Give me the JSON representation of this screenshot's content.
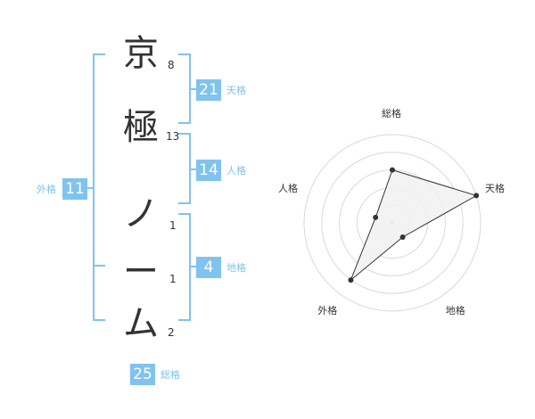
{
  "name": {
    "chars": [
      {
        "char": "京",
        "strokes": "8"
      },
      {
        "char": "極",
        "strokes": "13"
      },
      {
        "char": "ノ",
        "strokes": "1"
      },
      {
        "char": "ー",
        "strokes": "1"
      },
      {
        "char": "ム",
        "strokes": "2"
      }
    ]
  },
  "kakusu": {
    "tenkaku": {
      "value": "21",
      "label": "天格"
    },
    "jinkaku": {
      "value": "14",
      "label": "人格"
    },
    "chikaku": {
      "value": "4",
      "label": "地格"
    },
    "gaikaku": {
      "value": "11",
      "label": "外格"
    },
    "soukaku": {
      "value": "25",
      "label": "総格"
    }
  },
  "chart_data": {
    "type": "radar",
    "axes": [
      "総格",
      "天格",
      "地格",
      "外格",
      "人格"
    ],
    "values": [
      3,
      5,
      1,
      4,
      1
    ],
    "max": 5,
    "rings": 5,
    "colors": {
      "fill": "#f1f1f1",
      "line": "#333333",
      "ring": "#d9d9d9",
      "dot": "#333333",
      "center": "#cccccc"
    }
  }
}
